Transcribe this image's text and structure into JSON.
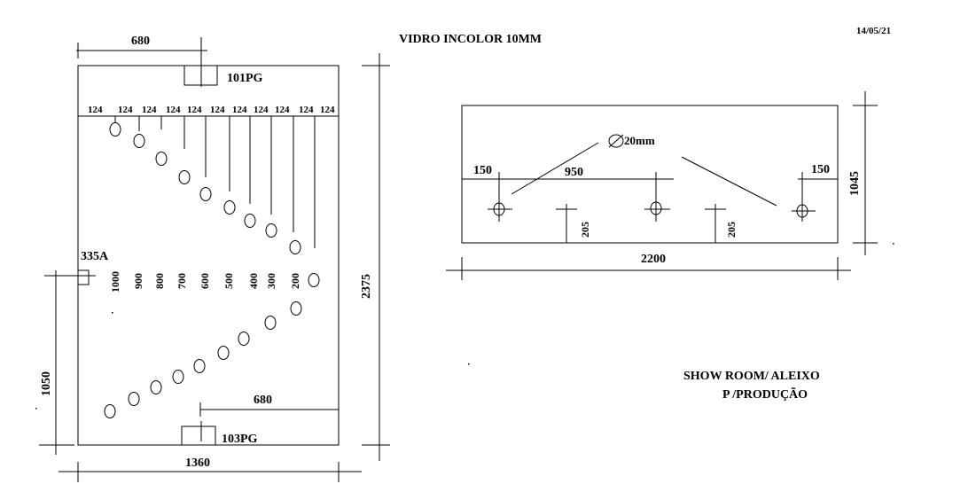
{
  "header": {
    "title": "VIDRO INCOLOR 10MM",
    "date": "14/05/21"
  },
  "footer_note": {
    "line1": "SHOW ROOM/ ALEIXO",
    "line2": "P /PRODUÇÃO"
  },
  "left_panel": {
    "width_label": "1360",
    "height_label": "2375",
    "top_offset_label": "680",
    "bottom_offset_label": "680",
    "left_side_label": "1050",
    "top_cutout_label": "101PG",
    "bottom_cutout_label": "103PG",
    "side_cutout_label": "335A",
    "spacing_labels": [
      "124",
      "124",
      "124",
      "124",
      "124",
      "124",
      "124",
      "124",
      "124",
      "124",
      "124"
    ],
    "row_labels": [
      "1000",
      "900",
      "800",
      "700",
      "600",
      "500",
      "400",
      "300",
      "200"
    ]
  },
  "right_panel": {
    "width_label": "2200",
    "height_label": "1045",
    "left_edge_label": "150",
    "right_edge_label": "150",
    "hole_spacing_label": "950",
    "vertical_label_1": "205",
    "vertical_label_2": "205",
    "hole_diameter_label": "20mm"
  }
}
